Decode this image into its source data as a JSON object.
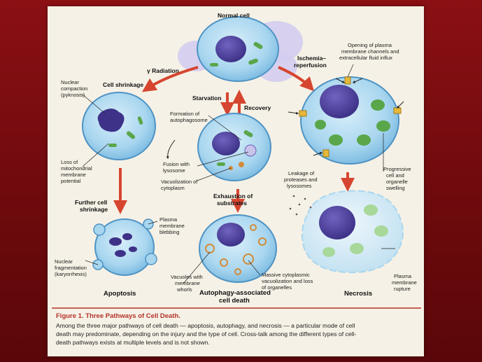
{
  "diagram": {
    "states": {
      "normal": "Normal cell",
      "apoptosis": "Apoptosis",
      "autophagy_line1": "Autophagy-associated",
      "autophagy_line2": "cell death",
      "necrosis": "Necrosis"
    },
    "stimuli": {
      "radiation": "γ Radiation",
      "cell_shrinkage": "Cell shrinkage",
      "further_shrinkage_1": "Further cell",
      "further_shrinkage_2": "shrinkage",
      "starvation": "Starvation",
      "recovery": "Recovery",
      "ischemia_1": "Ischemia–",
      "ischemia_2": "reperfusion",
      "exhaustion_1": "Exhaustion of",
      "exhaustion_2": "substrates"
    },
    "annotations": {
      "nuclear_compaction": [
        "Nuclear",
        "compaction",
        "(pyknosis)"
      ],
      "loss_mito": [
        "Loss of",
        "mitochondrial",
        "membrane",
        "potential"
      ],
      "plasma_blebbing": [
        "Plasma",
        "membrane",
        "blebbing"
      ],
      "nuclear_frag": [
        "Nuclear",
        "fragmentation",
        "(karyorrhexis)"
      ],
      "formation_autophagosome": [
        "Formation of",
        "autophagosome"
      ],
      "fusion_lysosome": [
        "Fusion with",
        "lysosome"
      ],
      "vacuolization": [
        "Vacuolization of",
        "cytoplasm"
      ],
      "vacuoles_whorls": [
        "Vacuoles with",
        "membrane",
        "whorls"
      ],
      "massive_vacuolization": [
        "Massive cytoplasmic",
        "vacuolization and loss",
        "of organelles"
      ],
      "opening_channels": [
        "Opening of plasma",
        "membrane channels and",
        "extracellular fluid influx"
      ],
      "leakage": [
        "Leakage of",
        "proteases and",
        "lysosomes"
      ],
      "progressive_swelling": [
        "Progressive",
        "cell and",
        "organelle",
        "swelling"
      ],
      "plasma_rupture": [
        "Plasma",
        "membrane",
        "rupture"
      ]
    },
    "colors": {
      "cell_fill": "#a9d6ef",
      "cell_edge": "#4e93c4",
      "nucleus": "#4b3d9a",
      "mitochondria": "#5aa64a",
      "arrow": "#d6452f",
      "highlight": "#c9c4ea"
    }
  },
  "caption": {
    "title": "Figure 1. Three Pathways of Cell Death.",
    "lines": [
      "Among the three major pathways of cell death — apoptosis, autophagy, and necrosis — a particular mode of cell",
      "death may predominate, depending on the injury and the type of cell. Cross-talk among the different types of cell-",
      "death pathways exists at multiple levels and is not shown."
    ]
  }
}
